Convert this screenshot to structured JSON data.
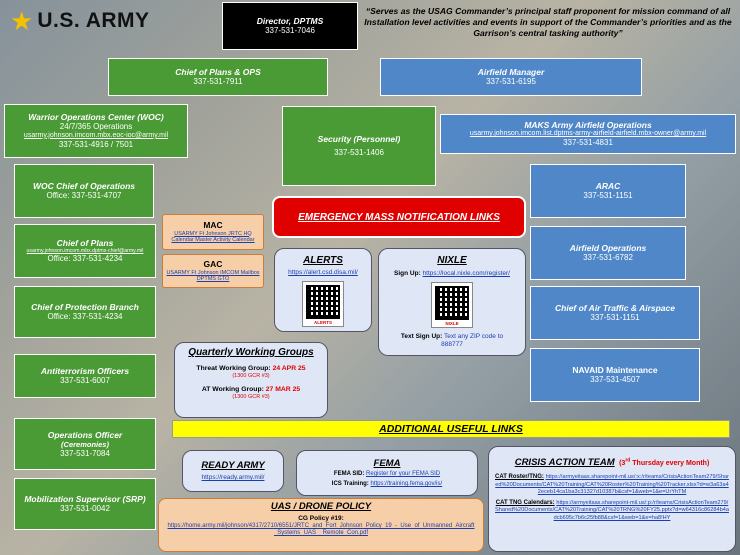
{
  "logo": {
    "text": "U.S. ARMY"
  },
  "quote": "“Serves as the USAG Commander’s principal staff proponent for mission command of all Installation level activities and events in support of the Commander’s priorities and as the Garrison’s central tasking authority”",
  "director": {
    "title": "Director, DPTMS",
    "phone": "337-531-7046"
  },
  "chief_plans_ops": {
    "title": "Chief of Plans & OPS",
    "phone": "337-531-7911"
  },
  "airfield_manager": {
    "title": "Airfield Manager",
    "phone": "337-531-6195"
  },
  "woc": {
    "title": "Warrior Operations Center (WOC)",
    "hours": "24/7/365 Operations",
    "email": "usarmy.johnson.imcom.mbx.eoc-ioc@army.mil",
    "phone": "337-531-4916 / 7501"
  },
  "security": {
    "title": "Security (Personnel)",
    "phone": "337-531-1406"
  },
  "maks": {
    "title": "MAKS Army Airfield Operations",
    "email": "usarmy.johnson.imcom.list.dptms-army-airfield-airfield.mbx-owner@army.mil",
    "phone": "337-531-4831"
  },
  "woc_chief": {
    "title": "WOC Chief of Operations",
    "phone": "Office: 337-531-4707"
  },
  "arac": {
    "title": "ARAC",
    "phone": "337-531-1151"
  },
  "emergency_banner": "EMERGENCY MASS NOTIFICATION LINKS",
  "mac": {
    "title": "MAC",
    "link": "USARMY Ft Johnson JRTC HQ Calendar Master Activity Calendar"
  },
  "chief_plans": {
    "title": "Chief of Plans",
    "email": "usarmy.johnson.imcom.mbx.dptms-chief@army.mil",
    "phone": "Office: 337-531-4234"
  },
  "gac": {
    "title": "GAC",
    "link": "USARMY Ft Johnson IMCOM Mailbox DPTMS GTO"
  },
  "alerts": {
    "title": "ALERTS",
    "link": "https://alert.csd.disa.mil/",
    "qr_label": "ALERTS"
  },
  "nixle": {
    "title": "NIXLE",
    "signup_label": "Sign Up:",
    "signup_link": "https://local.nixle.com/register/",
    "qr_label": "NIXLE",
    "text_label": "Text Sign Up:",
    "text_value": "Text any ZIP code to 888777"
  },
  "airfield_ops": {
    "title": "Airfield Operations",
    "phone": "337-531-6782"
  },
  "protection": {
    "title": "Chief of Protection Branch",
    "phone": "Office: 337-531-4234"
  },
  "air_traffic": {
    "title": "Chief of Air Traffic & Airspace",
    "phone": "337-531-1151"
  },
  "quarterly": {
    "title": "Quarterly Working Groups",
    "threat_label": "Threat Working Group:",
    "threat_date": "24 APR 25",
    "threat_room": "(1300 GCR #3)",
    "at_label": "AT Working Group:",
    "at_date": "27 MAR 25",
    "at_room": "(1300 GCR #3)"
  },
  "antiterrorism": {
    "title": "Antiterrorism Officers",
    "phone": "337-531-6007"
  },
  "navaid": {
    "title": "NAVAID Maintenance",
    "phone": "337-531-4507"
  },
  "additional_links": "ADDITIONAL USEFUL LINKS",
  "ops_officer": {
    "title": "Operations Officer",
    "subtitle": "(Ceremonies)",
    "phone": "337-531-7084"
  },
  "ready_army": {
    "title": "READY ARMY",
    "link": "https://ready.army.mil/"
  },
  "fema": {
    "title": "FEMA",
    "sid_label": "FEMA SID:",
    "sid_link": "Register for your FEMA SID",
    "ics_label": "ICS Training:",
    "ics_link": "https://training.fema.gov/is/"
  },
  "crisis": {
    "title": "CRISIS ACTION TEAM",
    "schedule_pre": "(3",
    "schedule_sup": "rd",
    "schedule_post": " Thursday every Month)",
    "roster_label": "CAT Roster/TNG:",
    "roster_link": "https://armyeitaas.sharepoint-mil.us/:x:/r/teams/CrisisActionTeam279/Shared%20Documents/CAT%20Training/CAT%20Roster%20Training%20Tracker.xlsx?d=w3a63a42eceb14ca1ba3c31327d10387b&csf=1&web=1&e=UrYhTM",
    "cal_label": "CAT TNG Calendars:",
    "cal_link": "https://armyeitaas.sharepoint-mil.us/:p:/r/teams/CrisisActionTeam279/Shared%20Documents/CAT%20Training/CAT%20TRNG%20FY25.pptx?d=w64316c86284b4adcb695c7b6c25fb88&csf=1&web=1&e=ha8!HY"
  },
  "mobilization": {
    "title": "Mobilization Supervisor (SRP)",
    "phone": "337-531-0042"
  },
  "uas": {
    "title": "UAS / DRONE POLICY",
    "policy_label": "CG Policy #19:",
    "policy_link": "https://home.army.mil/johnson/4317/2710/6551/JRTC_and_Fort_Johnson_Policy_19_-_Use_of_Unmanned_Aircraft_Systems_UAS__Remote_Con.pdf"
  }
}
